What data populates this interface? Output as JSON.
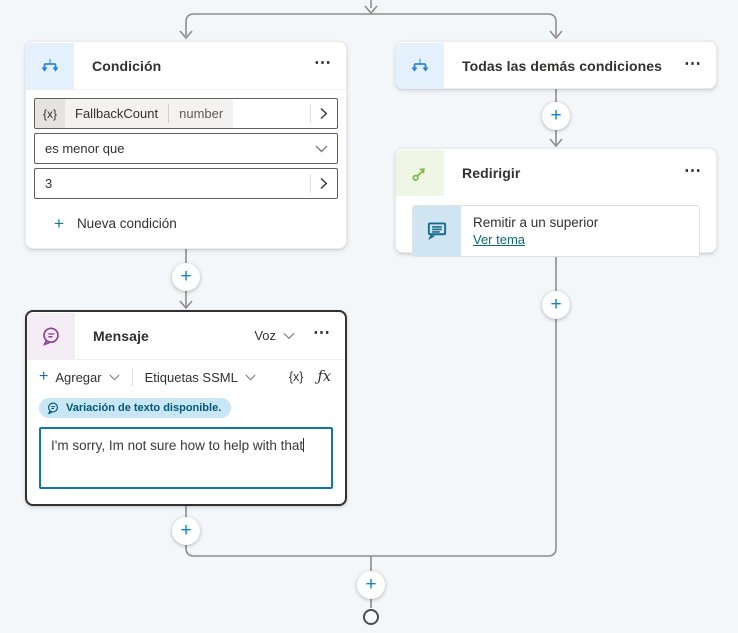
{
  "colors": {
    "canvas_bg": "#f4f7fa",
    "connector": "#8f8d8b",
    "plus_blue": "#1183c4",
    "selected_border": "#323130",
    "condition_icon_bg": "#e4f0fb",
    "condition_icon": "#2b88d8",
    "redirect_icon_bg": "#eff6e6",
    "redirect_icon": "#7fba3f",
    "message_icon_bg": "#f5edf6",
    "message_icon": "#8f3f98",
    "topic_icon_bg": "#cfe6f2",
    "topic_icon": "#196d8e",
    "badge_bg": "#c8e6f4",
    "badge_text": "#00597a",
    "link": "#0b6a72",
    "teal_accent": "#107c8e",
    "textarea_border": "#0f78ab"
  },
  "icons": {
    "more": "⋯",
    "plus": "+"
  },
  "nodes": {
    "condition": {
      "title": "Condición",
      "variable": {
        "prefix": "{x}",
        "name": "FallbackCount",
        "type": "number"
      },
      "operator": "es menor que",
      "value": "3",
      "add_condition": "Nueva condición"
    },
    "all_other": {
      "title": "Todas las demás condiciones"
    },
    "redirect": {
      "title": "Redirigir",
      "topic": {
        "name": "Remitir a un superior",
        "link": "Ver tema"
      }
    },
    "message": {
      "title": "Mensaje",
      "channel": "Voz",
      "toolbar": {
        "add": "Agregar",
        "ssml": "Etiquetas SSML",
        "variable": "{x}",
        "formula": "ƒx"
      },
      "notice": "Variación de texto disponible.",
      "text": "I'm sorry, Im not sure how to help with that"
    }
  }
}
